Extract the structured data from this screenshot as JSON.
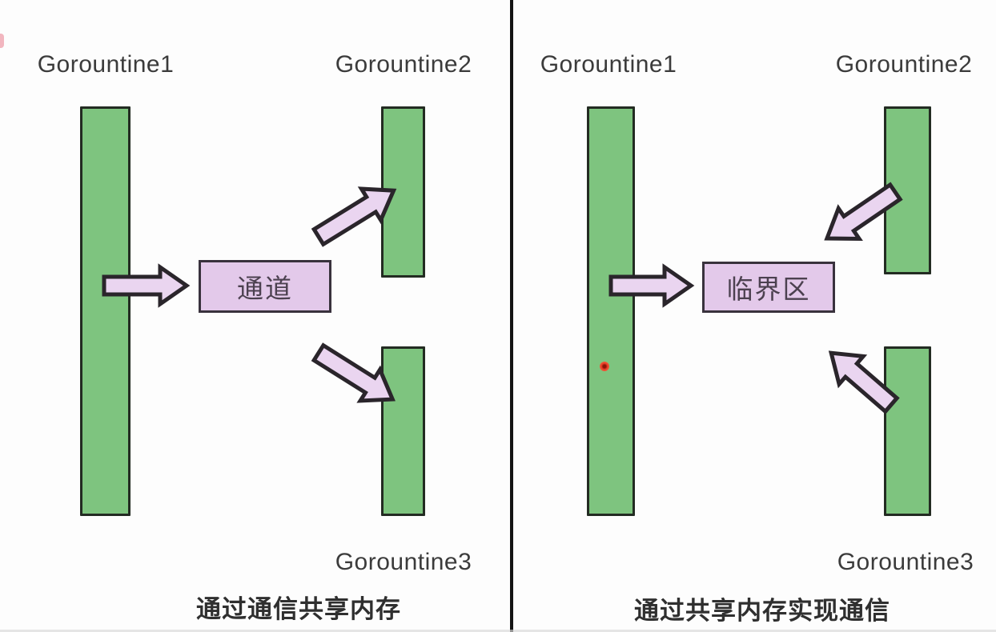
{
  "panels": {
    "left": {
      "goroutine1_label": "Gorountine1",
      "goroutine2_label": "Gorountine2",
      "goroutine3_label": "Gorountine3",
      "box_label": "通道",
      "caption": "通过通信共享内存"
    },
    "right": {
      "goroutine1_label": "Gorountine1",
      "goroutine2_label": "Gorountine2",
      "goroutine3_label": "Gorountine3",
      "box_label": "临界区",
      "caption": "通过共享内存实现通信"
    }
  },
  "colors": {
    "background": "#fdfdfd",
    "bar_fill": "#7ec47f",
    "bar_border": "#232b22",
    "box_fill": "#e3c9ea",
    "box_border": "#39323d",
    "arrow_fill": "#ead5f0",
    "arrow_stroke": "#2a252b",
    "label_text": "#3b3b3b",
    "caption_text": "#2f2f2f",
    "divider": "#141414",
    "laser_dot": "#e8402a"
  }
}
